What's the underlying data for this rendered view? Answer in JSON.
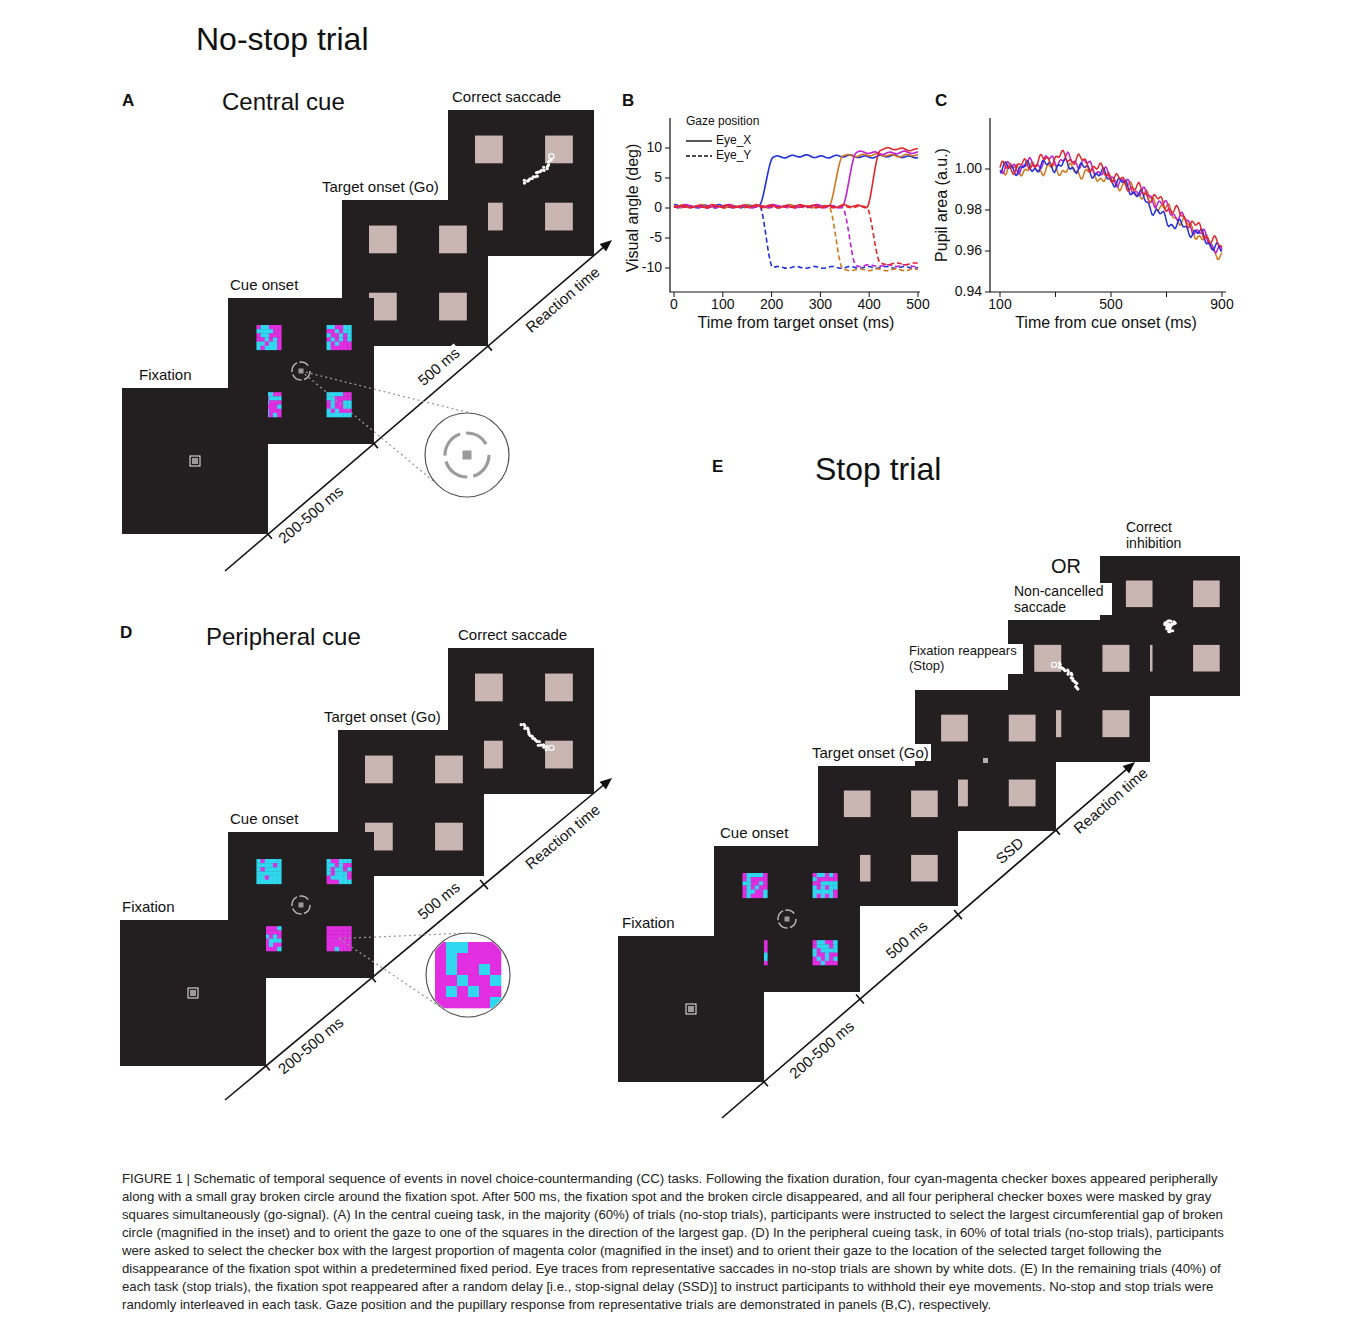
{
  "diagram": {
    "caption": "FIGURE 1 | Schematic of temporal sequence of events in novel choice-countermanding (CC) tasks. Following the fixation duration, four cyan-magenta checker boxes appeared peripherally along with a small gray broken circle around the fixation spot. After 500 ms, the fixation spot and the broken circle disappeared, and all four peripheral checker boxes were masked by gray squares simultaneously (go-signal). (A) In the central cueing task, in the majority (60%) of trials (no-stop trials), participants were instructed to select the largest circumferential gap of broken circle (magnified in the inset) and to orient the gaze to one of the squares in the direction of the largest gap. (D) In the peripheral cueing task, in 60% of total trials (no-stop trials), participants were asked to select the checker box with the largest proportion of magenta color (magnified in the inset) and to orient their gaze to the location of the selected target following the disappearance of the fixation spot within a predetermined fixed period. Eye traces from representative saccades in no-stop trials are shown by white dots. (E) In the remaining trials (40%) of each task (stop trials), the fixation spot reappeared after a random delay [i.e., stop-signal delay (SSD)] to instruct participants to withhold their eye movements. No-stop and stop trials were randomly interleaved in each task. Gaze position and the pupillary response from representative trials are demonstrated in panels (B,C), respectively.",
    "nodes": [
      {
        "text": [
          "Fixation"
        ]
      },
      {
        "text": [
          "Cue onset"
        ]
      },
      {
        "text": [
          "Target onset (Go)"
        ]
      },
      {
        "text": [
          "Correct saccade"
        ]
      },
      {
        "text": [
          "Fixation"
        ]
      },
      {
        "text": [
          "Cue onset"
        ]
      },
      {
        "text": [
          "Target onset (Go)"
        ]
      },
      {
        "text": [
          "Correct saccade"
        ]
      },
      {
        "text": [
          "Fixation"
        ]
      },
      {
        "text": [
          "Cue onset"
        ]
      },
      {
        "text": [
          "Target onset (Go)"
        ]
      },
      {
        "text": [
          "Fixation reappears (Stop)"
        ]
      },
      {
        "text": [
          "Non-cancelled saccade"
        ]
      },
      {
        "text": [
          "Correct inhibition"
        ]
      }
    ],
    "labels": [
      "No-stop trial",
      "A",
      "Central cue",
      "200-500 ms",
      "500 ms",
      "Reaction time",
      "B",
      "Gaze position",
      "10",
      "5",
      "0",
      "-5",
      "-10",
      "0",
      "100",
      "200",
      "300",
      "400",
      "500",
      "Visual angle (deg)",
      "Time from target onset (ms)",
      "C",
      "Pupil area (a.u.)",
      "1.00",
      "0.98",
      "0.96",
      "0.94",
      "100",
      "500",
      "900",
      "Time from cue onset (ms)",
      "D",
      "Peripheral cue",
      "200-500 ms",
      "500 ms",
      "Reaction time",
      "E",
      "Stop trial",
      "OR",
      "200-500 ms",
      "500 ms",
      "SSD",
      "Reaction time"
    ],
    "legend": [
      {
        "text": "Eye_X"
      },
      {
        "text": "Eye_Y"
      }
    ]
  }
}
